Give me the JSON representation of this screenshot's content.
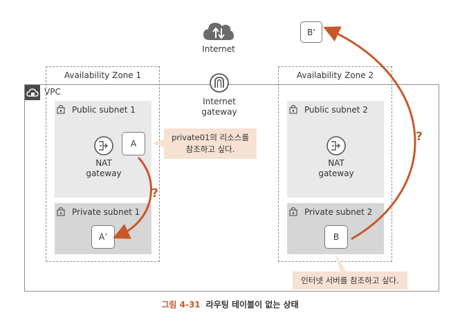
{
  "internet": {
    "label": "Internet"
  },
  "igw": {
    "label": "Internet\ngateway"
  },
  "vpc": {
    "label": "VPC"
  },
  "az1": {
    "label": "Availability Zone 1"
  },
  "az2": {
    "label": "Availability Zone 2"
  },
  "pub1": {
    "label": "Public subnet 1"
  },
  "pub2": {
    "label": "Public subnet 2"
  },
  "priv1": {
    "label": "Private subnet 1"
  },
  "priv2": {
    "label": "Private subnet 2"
  },
  "nat1": {
    "label": "NAT\ngateway"
  },
  "nat2": {
    "label": "NAT\ngateway"
  },
  "instances": {
    "a": "A",
    "a_prime": "A’",
    "b": "B",
    "b_prime": "B’"
  },
  "notes": {
    "note1": "private01의 리소스를\n참조하고 싶다.",
    "note2": "인터넷 서버를 참조하고 싶다."
  },
  "marks": {
    "q1": "?",
    "q2": "?"
  },
  "caption": {
    "number": "그림 4-31",
    "title": "라우팅 테이블이 없는 상태"
  },
  "colors": {
    "arrow": "#c8582a",
    "note_bg": "#f6e1d3",
    "public_subnet": "#e9e9e9",
    "private_subnet": "#d6d6d6"
  }
}
